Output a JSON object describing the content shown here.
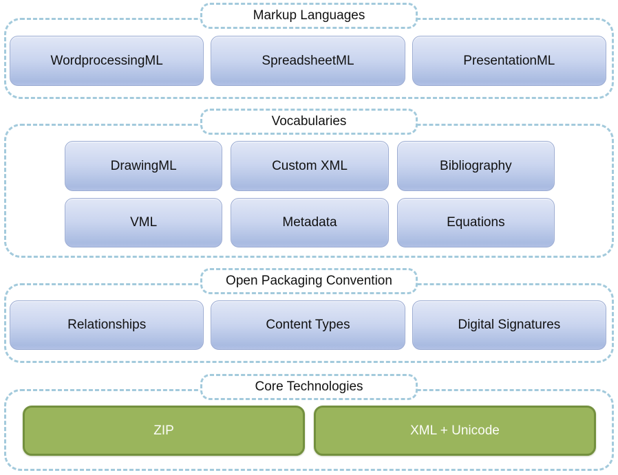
{
  "colors": {
    "dashed_border": "#A3CADC",
    "blue_box_gradient_top": "#E1E7F6",
    "blue_box_gradient_bottom": "#A9BBE1",
    "blue_box_border": "#9BABD2",
    "green_box_fill": "#9AB55C",
    "green_box_border": "#73903E",
    "green_box_text": "#FBFCF7",
    "label_text": "#111111",
    "background": "#FFFFFF"
  },
  "groups": [
    {
      "title": "Markup Languages",
      "style": "blue",
      "rows": [
        [
          "WordprocessingML",
          "SpreadsheetML",
          "PresentationML"
        ]
      ]
    },
    {
      "title": "Vocabularies",
      "style": "blue",
      "rows": [
        [
          "DrawingML",
          "Custom XML",
          "Bibliography"
        ],
        [
          "VML",
          "Metadata",
          "Equations"
        ]
      ]
    },
    {
      "title": "Open Packaging Convention",
      "style": "blue",
      "rows": [
        [
          "Relationships",
          "Content Types",
          "Digital Signatures"
        ]
      ]
    },
    {
      "title": "Core Technologies",
      "style": "green",
      "rows": [
        [
          "ZIP",
          "XML + Unicode"
        ]
      ]
    }
  ]
}
